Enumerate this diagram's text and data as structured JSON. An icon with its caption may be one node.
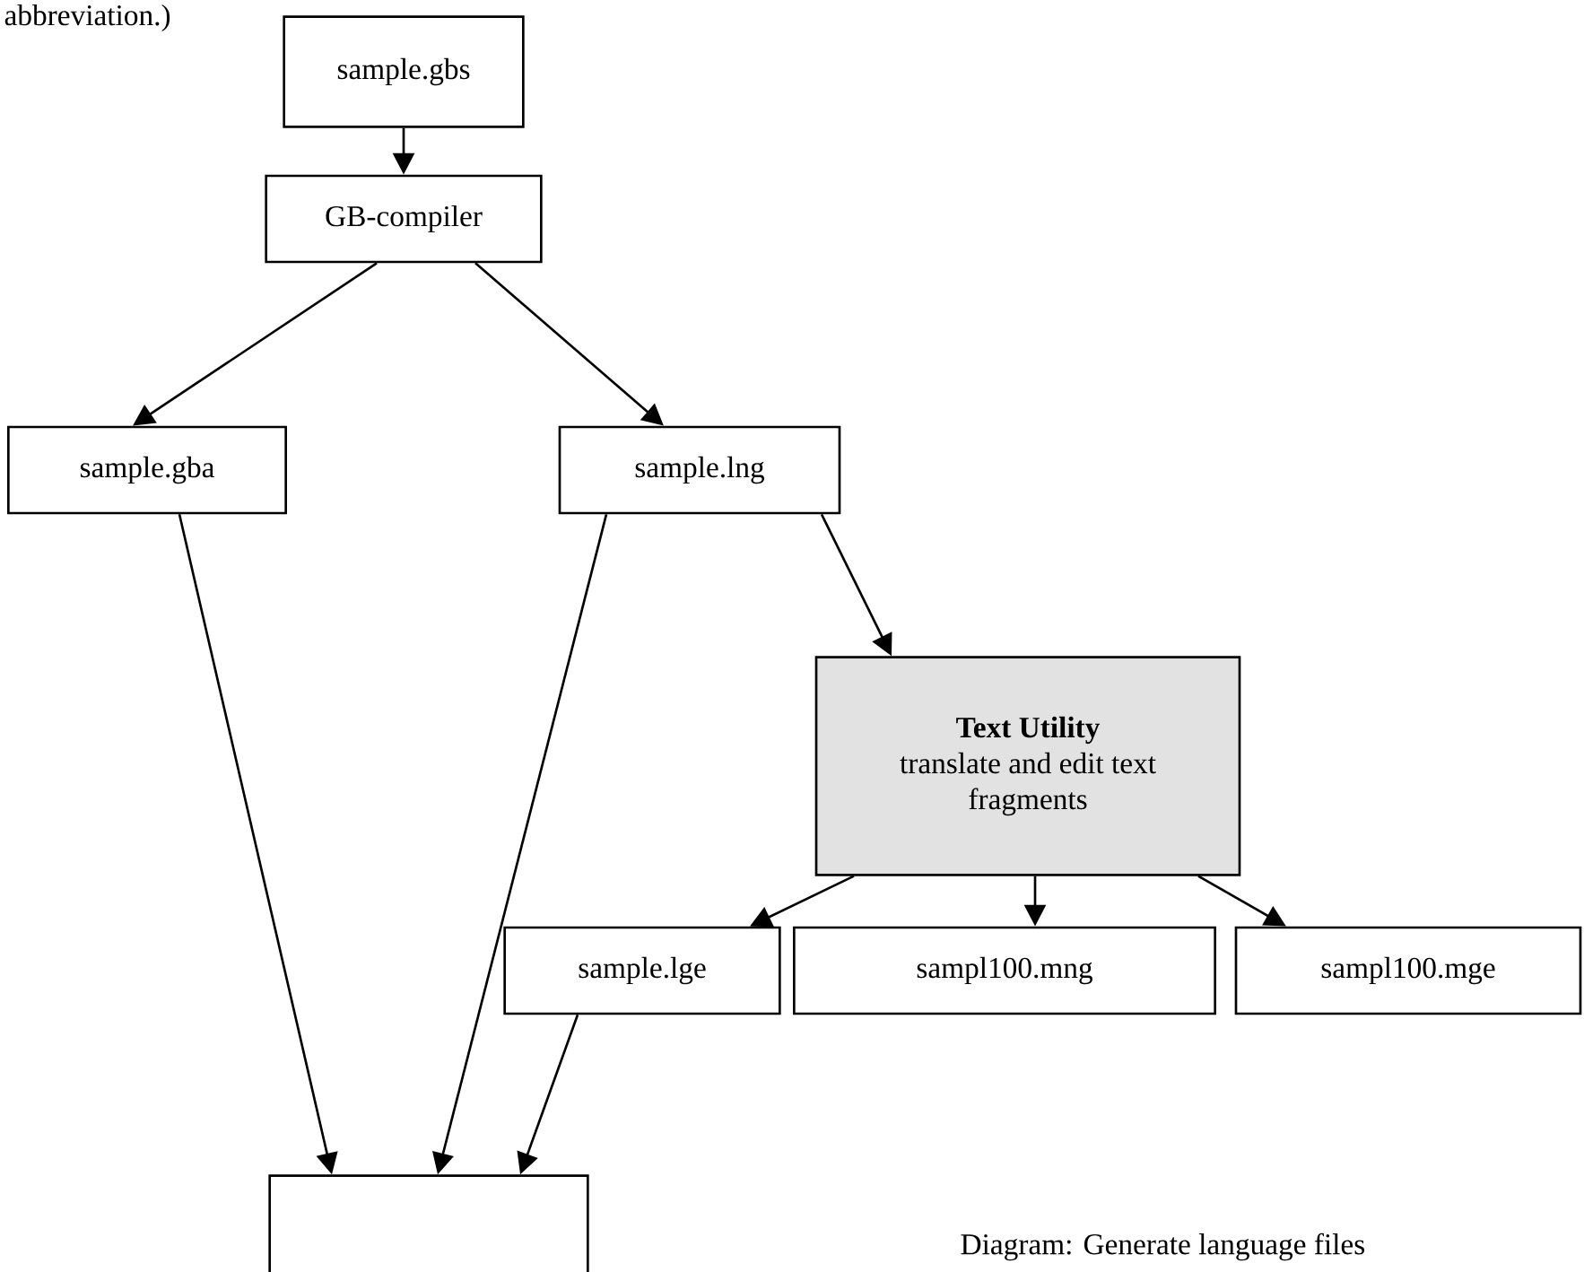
{
  "diagram": {
    "caption": "Diagram: Generate language files",
    "nodes": [
      {
        "text": [
          "sample.gbs"
        ]
      },
      {
        "text": [
          "GB-compiler"
        ]
      },
      {
        "text": [
          "sample.gba"
        ]
      },
      {
        "text": [
          "sample.lng"
        ]
      },
      {
        "text": [
          "Text Utility",
          "translate and edit text fragments"
        ]
      },
      {
        "text": [
          "sample.lge"
        ]
      },
      {
        "text": [
          "sampl100.mng"
        ]
      },
      {
        "text": [
          "sampl100.mge"
        ]
      },
      {
        "text": [],
        "shape": "box"
      }
    ],
    "edges": [
      {
        "from": 0,
        "to": 1,
        "arrow": "to"
      },
      {
        "from": 1,
        "to": 2,
        "arrow": "to"
      },
      {
        "from": 1,
        "to": 3,
        "arrow": "to"
      },
      {
        "from": 3,
        "to": 4,
        "arrow": "to"
      },
      {
        "from": 2,
        "to": 8,
        "arrow": "to"
      },
      {
        "from": 3,
        "to": 8,
        "arrow": "to"
      },
      {
        "from": 4,
        "to": 5,
        "arrow": "to"
      },
      {
        "from": 4,
        "to": 6,
        "arrow": "to"
      },
      {
        "from": 4,
        "to": 7,
        "arrow": "to"
      },
      {
        "from": 5,
        "to": 8,
        "arrow": "to"
      }
    ],
    "labels": [
      "abbreviation.)"
    ]
  }
}
